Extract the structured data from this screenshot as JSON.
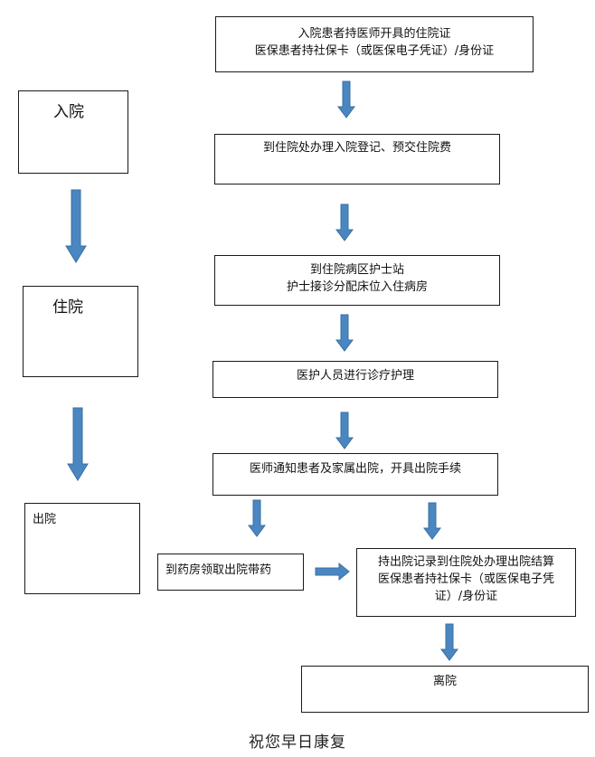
{
  "stages": {
    "admit": "入院",
    "stay": "住院",
    "discharge": "出院"
  },
  "steps": {
    "step1": {
      "line1": "入院患者持医师开具的住院证",
      "line2": "医保患者持社保卡（或医保电子凭证）/身份证"
    },
    "step2": "到住院处办理入院登记、预交住院费",
    "step3": {
      "line1": "到住院病区护士站",
      "line2": "护士接诊分配床位入住病房"
    },
    "step4": "医护人员进行诊疗护理",
    "step5": "医师通知患者及家属出院，开具出院手续",
    "pharmacy": "到药房领取出院带药",
    "settlement": {
      "line1": "持出院记录到住院处办理出院结算",
      "line2": "医保患者持社保卡（或医保电子凭",
      "line3": "证）/身份证"
    },
    "leave": "离院"
  },
  "footer": "祝您早日康复",
  "colors": {
    "arrow_fill": "#4a87c2",
    "arrow_stroke": "#3a6f9f",
    "border": "#1a1a1a"
  }
}
